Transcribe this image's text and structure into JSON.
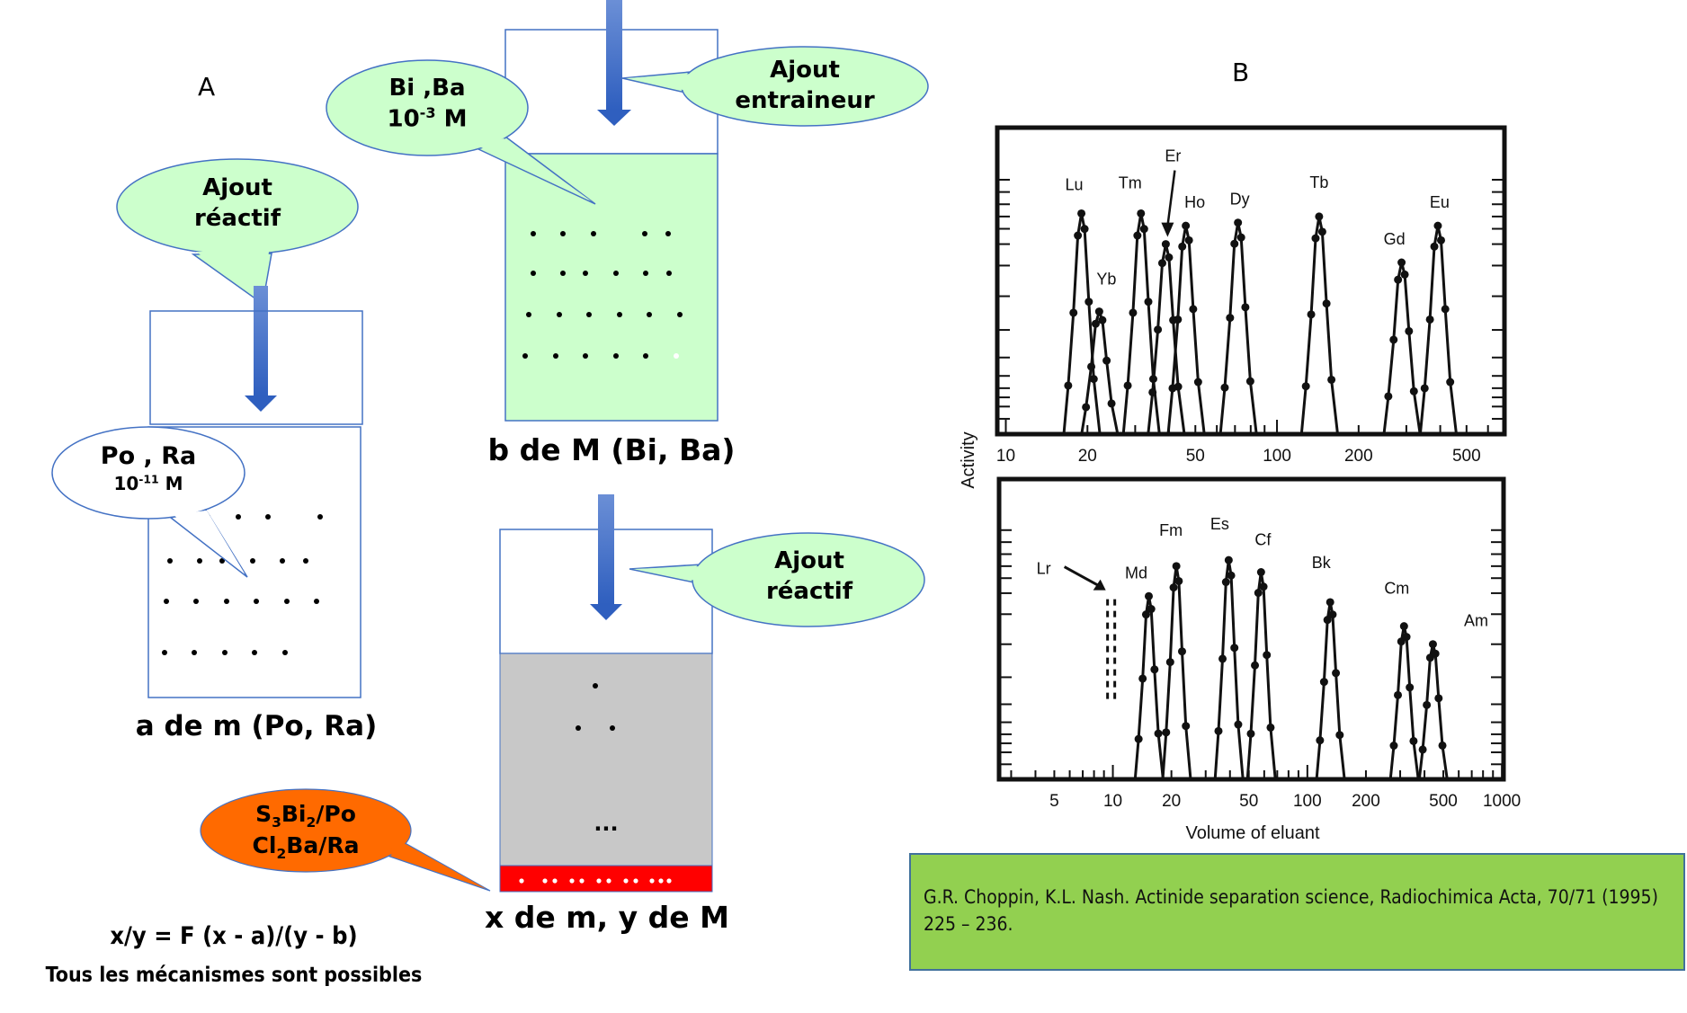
{
  "panels": {
    "left_letter": "A",
    "right_letter": "B"
  },
  "left_diagram": {
    "callout_reagent": {
      "line1": "Ajout",
      "line2": "réactif"
    },
    "callout_trace": {
      "line1": "Po , Ra",
      "conc_base": "10",
      "conc_exp": "-11",
      "conc_unit": " M"
    },
    "beaker_label": "a de m (Po, Ra)"
  },
  "middle_diagram": {
    "callout_carrier_conc": {
      "line1": "Bi ,Ba",
      "conc_base": "10",
      "conc_exp": "-3",
      "conc_unit": " M"
    },
    "callout_carrier_add": {
      "line1": "Ajout",
      "line2": "entraineur"
    },
    "carrier_beaker_label": "b de M (Bi, Ba)",
    "callout_reagent": {
      "line1": "Ajout",
      "line2": "réactif"
    },
    "precipitate_callout": {
      "line1": {
        "a": "S",
        "a_sub": "3",
        "b": "Bi",
        "b_sub": "2",
        "c": "/Po"
      },
      "line2": {
        "a": "Cl",
        "a_sub": "2",
        "b": "Ba/Ra"
      }
    },
    "result_beaker_label": "x de m, y de M",
    "grey_dots_text": "..."
  },
  "formula": {
    "equation": "x/y = F (x - a)/(y - b)",
    "note": "Tous les mécanismes sont possibles"
  },
  "colors": {
    "light_green": "#ccffcc",
    "precipitate_red": "#ff0000",
    "supernatant_grey": "#c8c8c8",
    "orange_callout": "#ff6a00",
    "outline_blue": "#4472c4",
    "citation_green": "#92d050"
  },
  "citation": {
    "text": "G.R. Choppin, K.L. Nash. Actinide separation science, Radiochimica Acta, 70/71 (1995) 225 – 236."
  },
  "chart_data": [
    {
      "type": "line",
      "title": "",
      "xlabel": "",
      "ylabel": "Activity",
      "xscale": "log",
      "yscale": "log",
      "xlim": [
        9.3,
        690
      ],
      "ylim_relative": [
        0,
        1
      ],
      "x_ticks": [
        10,
        20,
        50,
        100,
        200,
        500
      ],
      "x_tick_labels": [
        "10",
        "20",
        "50",
        "100",
        "200",
        "500"
      ],
      "grid": false,
      "series": [
        {
          "name": "Lu",
          "peak_x": 19.0,
          "peak_rel_activity": 0.72
        },
        {
          "name": "Yb",
          "peak_x": 22.1,
          "peak_rel_activity": 0.4
        },
        {
          "name": "Tm",
          "peak_x": 31.5,
          "peak_rel_activity": 0.72
        },
        {
          "name": "Er",
          "peak_x": 38.9,
          "peak_rel_activity": 0.62,
          "arrow": true
        },
        {
          "name": "Ho",
          "peak_x": 46.1,
          "peak_rel_activity": 0.68
        },
        {
          "name": "Dy",
          "peak_x": 71.8,
          "peak_rel_activity": 0.69
        },
        {
          "name": "Tb",
          "peak_x": 143,
          "peak_rel_activity": 0.71
        },
        {
          "name": "Gd",
          "peak_x": 288,
          "peak_rel_activity": 0.56
        },
        {
          "name": "Eu",
          "peak_x": 392,
          "peak_rel_activity": 0.68
        }
      ]
    },
    {
      "type": "line",
      "title": "",
      "xlabel": "Volume of eluant",
      "ylabel": "Activity",
      "xscale": "log",
      "yscale": "log",
      "xlim": [
        2.6,
        1020
      ],
      "ylim_relative": [
        0,
        1
      ],
      "x_ticks": [
        5,
        10,
        20,
        50,
        100,
        200,
        500,
        1000
      ],
      "x_tick_labels": [
        "5",
        "10",
        "20",
        "50",
        "100",
        "200",
        "500",
        "1000"
      ],
      "grid": false,
      "series": [
        {
          "name": "Lr",
          "peak_x": 9.8,
          "peak_rel_activity": 0.6,
          "dashed": true,
          "arrow": true
        },
        {
          "name": "Md",
          "peak_x": 15.3,
          "peak_rel_activity": 0.61
        },
        {
          "name": "Fm",
          "peak_x": 21.2,
          "peak_rel_activity": 0.71
        },
        {
          "name": "Es",
          "peak_x": 39.4,
          "peak_rel_activity": 0.73
        },
        {
          "name": "Cf",
          "peak_x": 57.8,
          "peak_rel_activity": 0.69
        },
        {
          "name": "Bk",
          "peak_x": 131,
          "peak_rel_activity": 0.59
        },
        {
          "name": "Cm",
          "peak_x": 314,
          "peak_rel_activity": 0.51
        },
        {
          "name": "Am",
          "peak_x": 442,
          "peak_rel_activity": 0.45
        }
      ]
    }
  ]
}
